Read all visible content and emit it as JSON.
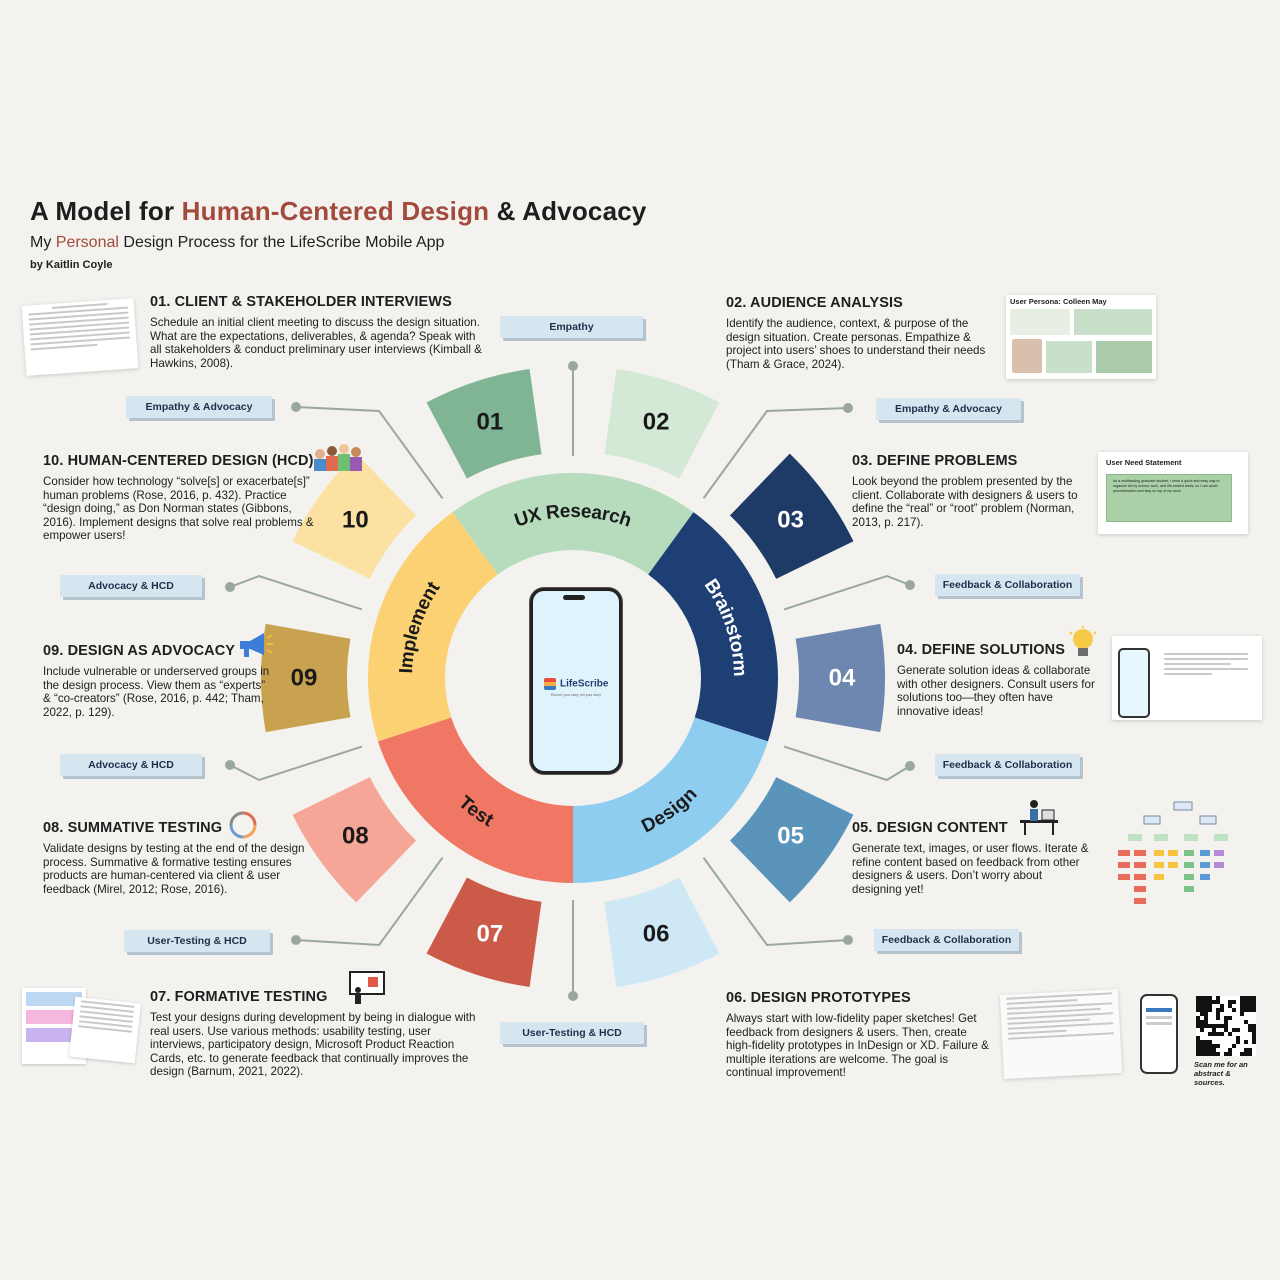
{
  "header": {
    "title_pre": "A Model for ",
    "title_accent": "Human-Centered Design",
    "title_post": " & Advocacy",
    "subtitle_pre": "My ",
    "subtitle_accent": "Personal",
    "subtitle_post": " Design Process for the LifeScribe Mobile App",
    "byline": "by Kaitlin Coyle"
  },
  "wheel": {
    "phases": [
      "UX Research",
      "Brainstorm",
      "Design",
      "Test",
      "Implement"
    ],
    "phase_colors": [
      "#b6dcbd",
      "#1e3f74",
      "#8fcdf0",
      "#ef7764",
      "#fbd174"
    ],
    "numbers": [
      "01",
      "02",
      "03",
      "04",
      "05",
      "06",
      "07",
      "08",
      "09",
      "10"
    ],
    "number_colors": [
      "#7fb595",
      "#d3e9d6",
      "#1e3a66",
      "#6e87b0",
      "#5b94bb",
      "#cfe8f6",
      "#cc5a49",
      "#f5a696",
      "#c8a24e",
      "#fbe2a2"
    ],
    "app_name": "LifeScribe",
    "app_tagline": "Record your story, tell your story"
  },
  "tags": {
    "empathy": "Empathy",
    "empathy_advocacy_left": "Empathy & Advocacy",
    "empathy_advocacy_right": "Empathy & Advocacy",
    "feedback_1": "Feedback & Collaboration",
    "feedback_2": "Feedback & Collaboration",
    "feedback_3": "Feedback & Collaboration",
    "advocacy_1": "Advocacy & HCD",
    "advocacy_2": "Advocacy & HCD",
    "usertesting_left": "User-Testing & HCD",
    "usertesting_bottom": "User-Testing & HCD"
  },
  "sections": {
    "s01": {
      "heading": "01. CLIENT & STAKEHOLDER INTERVIEWS",
      "body": "Schedule an initial client meeting to discuss the design situation. What are the expectations, deliverables, & agenda? Speak with all stakeholders & conduct preliminary user interviews (Kimball & Hawkins, 2008)."
    },
    "s02": {
      "heading": "02. AUDIENCE ANALYSIS",
      "body": "Identify the audience, context, & purpose of the design situation. Create personas. Empathize & project into users’ shoes to understand their needs (Tham & Grace, 2024).",
      "thumb_title": "User Persona: Colleen May"
    },
    "s03": {
      "heading": "03. DEFINE PROBLEMS",
      "body": "Look beyond the problem presented by the client. Collaborate with designers & users to define the “real” or “root” problem (Norman, 2013, p. 217).",
      "thumb_title": "User Need Statement",
      "thumb_quote": "As a multitasking graduate student, I need a quick and easy way to organize all my school, work, and life-related tasks, so I can avoid procrastination and stay on top of my work."
    },
    "s04": {
      "heading": "04. DEFINE SOLUTIONS",
      "body": "Generate solution ideas & collaborate with other designers. Consult users for solutions too—they often have innovative ideas!"
    },
    "s05": {
      "heading": "05. DESIGN CONTENT",
      "body": "Generate text, images, or user flows. Iterate & refine content based on feedback from other designers & users. Don’t worry about designing yet!"
    },
    "s06": {
      "heading": "06. DESIGN PROTOTYPES",
      "body": "Always start with low-fidelity paper sketches! Get feedback from designers & users. Then, create high-fidelity prototypes in InDesign or XD. Failure & multiple iterations are welcome. The goal is continual improvement!",
      "qr_caption": "Scan me for an abstract & sources."
    },
    "s07": {
      "heading": "07. FORMATIVE TESTING",
      "body": "Test your designs during development by being in dialogue with real users. Use various methods: usability testing, user interviews, participatory design, Microsoft Product Reaction Cards, etc. to generate feedback that continually improves the design (Barnum, 2021, 2022)."
    },
    "s08": {
      "heading": "08. SUMMATIVE TESTING",
      "body": "Validate designs by testing at the end of the design process. Summative & formative testing ensures products are human-centered via client & user feedback (Mirel, 2012; Rose, 2016)."
    },
    "s09": {
      "heading": "09. DESIGN AS ADVOCACY",
      "body": "Include vulnerable or underserved groups in the design process. View them as “experts” & “co-creators” (Rose, 2016, p. 442; Tham, 2022, p. 129)."
    },
    "s10": {
      "heading": "10. HUMAN-CENTERED DESIGN (HCD)",
      "body": "Consider how technology “solve[s] or exacerbate[s]” human problems (Rose, 2016, p. 432). Practice “design doing,” as Don Norman states (Gibbons, 2016). Implement designs that solve real problems & empower users!"
    }
  },
  "icons": {
    "people": "people-group-icon",
    "megaphone": "megaphone-icon",
    "refresh": "refresh-cycle-icon",
    "presenter": "presenter-icon",
    "desk": "person-at-desk-icon",
    "bulb": "lightbulb-icon"
  }
}
